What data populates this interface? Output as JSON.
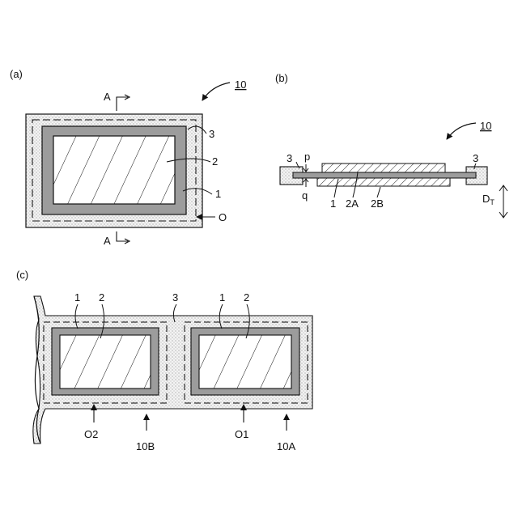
{
  "panel_a": {
    "label": "(a)",
    "ref_num": "10",
    "section_top": "A",
    "section_bottom": "A",
    "part_3": "3",
    "part_2": "2",
    "part_1": "1",
    "outline": "O"
  },
  "panel_b": {
    "label": "(b)",
    "ref_num": "10",
    "part_3_left": "3",
    "part_3_right": "3",
    "p": "p",
    "q": "q",
    "part_1": "1",
    "part_2a": "2A",
    "part_2b": "2B",
    "thickness_main": "D",
    "thickness_sub": "T"
  },
  "panel_c": {
    "label": "(c)",
    "part_1_left": "1",
    "part_2_left": "2",
    "part_3": "3",
    "part_1_right": "1",
    "part_2_right": "2",
    "outline_2": "O2",
    "unit_b": "10B",
    "outline_1": "O1",
    "unit_a": "10A"
  }
}
